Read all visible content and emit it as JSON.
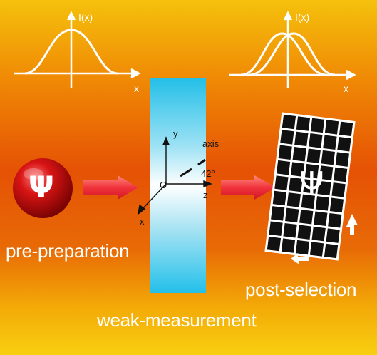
{
  "curves": {
    "left": {
      "y_axis_label": "I(x)",
      "x_axis_label": "x"
    },
    "right": {
      "y_axis_label": "I(x)",
      "x_axis_label": "x"
    }
  },
  "psi_symbol": "Ψ",
  "labels": {
    "pre": "pre-preparation",
    "weak": "weak-measurement",
    "post": "post-selection"
  },
  "coords": {
    "y": "y",
    "x": "x",
    "z": "z",
    "origin": "O",
    "axis": "axis",
    "angle": "42°"
  },
  "colors": {
    "bg_top": "#f5c10c",
    "bg_mid": "#e55205",
    "plate": "#27c4ea",
    "sphere": "#c40a0a",
    "arrow": "#f4303a",
    "detector": "#111111"
  }
}
